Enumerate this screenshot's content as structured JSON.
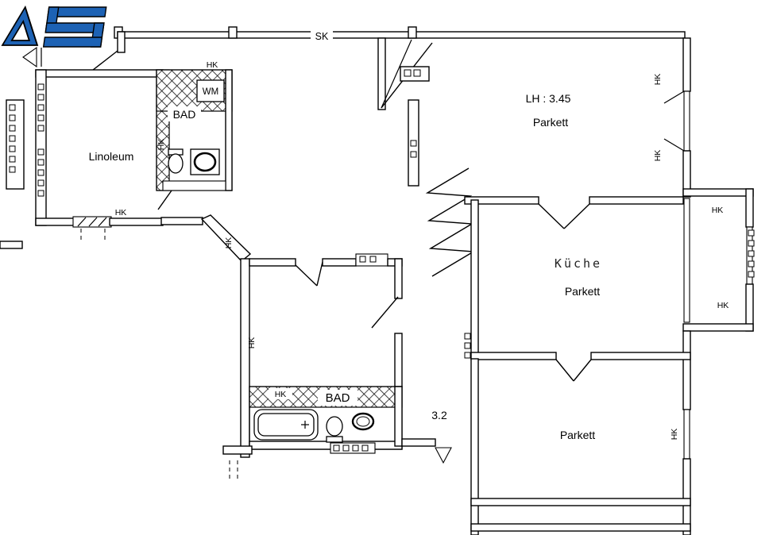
{
  "logo": {
    "letters": "AS",
    "color": "#1d62b4"
  },
  "labels": {
    "sk": "SK",
    "hk": "HK",
    "wm": "WM",
    "bad": "BAD",
    "linoleum": "Linoleum",
    "lh_height": "LH : 3.45",
    "parkett": "Parkett",
    "kueche": "Küche",
    "door_width": "3.2"
  },
  "colors": {
    "line": "#000000",
    "background": "#ffffff",
    "logo_blue": "#1d62b4"
  }
}
